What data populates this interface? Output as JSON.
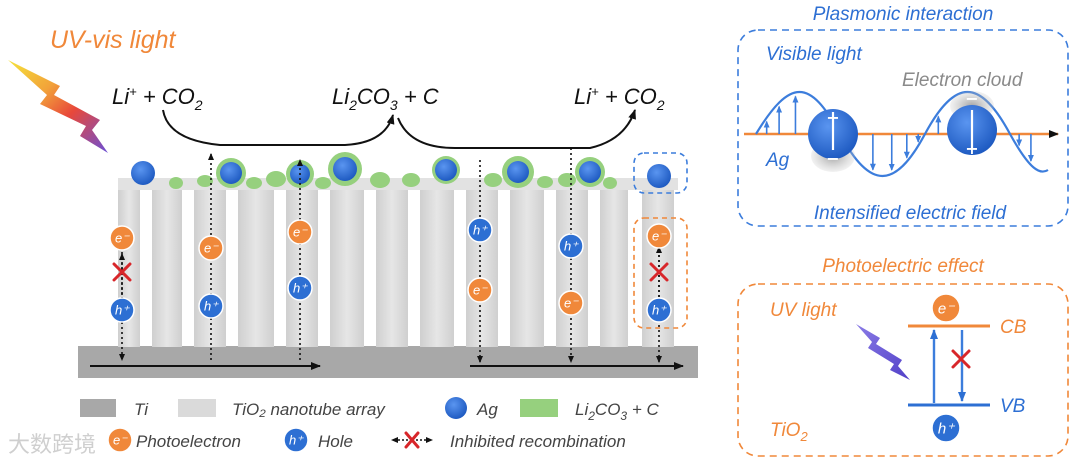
{
  "main": {
    "title": "UV-vis light",
    "reactions": {
      "left": [
        "Li",
        "+",
        " + CO",
        "2"
      ],
      "middle": [
        "Li",
        "2",
        "CO",
        "3",
        " + C"
      ],
      "right": [
        "Li",
        "+",
        " + CO",
        "2"
      ]
    },
    "electron_symbol": "e⁻",
    "hole_symbol": "h⁺"
  },
  "legend": {
    "ti": "Ti",
    "tio2": "TiO₂ nanotube array",
    "ag": "Ag",
    "li2co3": [
      "Li",
      "2",
      "CO",
      "3",
      " + C"
    ],
    "photoelectron": "Photoelectron",
    "hole": "Hole",
    "inhibited": "Inhibited recombination"
  },
  "plasmonic_panel": {
    "title": "Plasmonic interaction",
    "visible_light": "Visible light",
    "electron_cloud": "Electron cloud",
    "ag": "Ag",
    "field": "Intensified electric field"
  },
  "photoelectric_panel": {
    "title": "Photoelectric effect",
    "uv_light": "UV light",
    "cb": "CB",
    "vb": "VB",
    "tio2": [
      "TiO",
      "2"
    ]
  },
  "watermark": "大数跨境",
  "colors": {
    "orange": "#F0883A",
    "blue": "#2D6FD3",
    "dashed_blue": "#3C7DDC",
    "green": "#96D07E",
    "ti_gray": "#A8A8A8",
    "tube_gray": "#DADADA"
  }
}
